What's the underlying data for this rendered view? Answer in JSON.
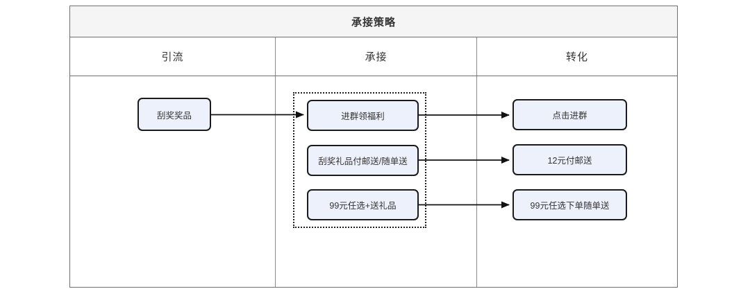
{
  "diagram": {
    "title": "承接策略",
    "columns": [
      {
        "label": "引流"
      },
      {
        "label": "承接"
      },
      {
        "label": "转化"
      }
    ],
    "nodes": {
      "source": {
        "label": "刮奖奖品"
      },
      "middle": [
        {
          "label": "进群领福利"
        },
        {
          "label": "刮奖礼品付邮送/随单送"
        },
        {
          "label": "99元任选+送礼品"
        }
      ],
      "right": [
        {
          "label": "点击进群"
        },
        {
          "label": "12元付邮送"
        },
        {
          "label": "99元任选下单随单送"
        }
      ]
    },
    "edges": [
      {
        "from": "刮奖奖品",
        "to": "进群领福利"
      },
      {
        "from": "进群领福利",
        "to": "点击进群"
      },
      {
        "from": "刮奖礼品付邮送/随单送",
        "to": "12元付邮送"
      },
      {
        "from": "99元任选+送礼品",
        "to": "99元任选下单随单送"
      }
    ],
    "colors": {
      "node_fill": "#edf1fb",
      "node_border": "#1a1a1a",
      "frame_border": "#6f6f6f",
      "title_bg": "#f5f5f6",
      "arrow": "#111111",
      "text": "#333333"
    }
  }
}
